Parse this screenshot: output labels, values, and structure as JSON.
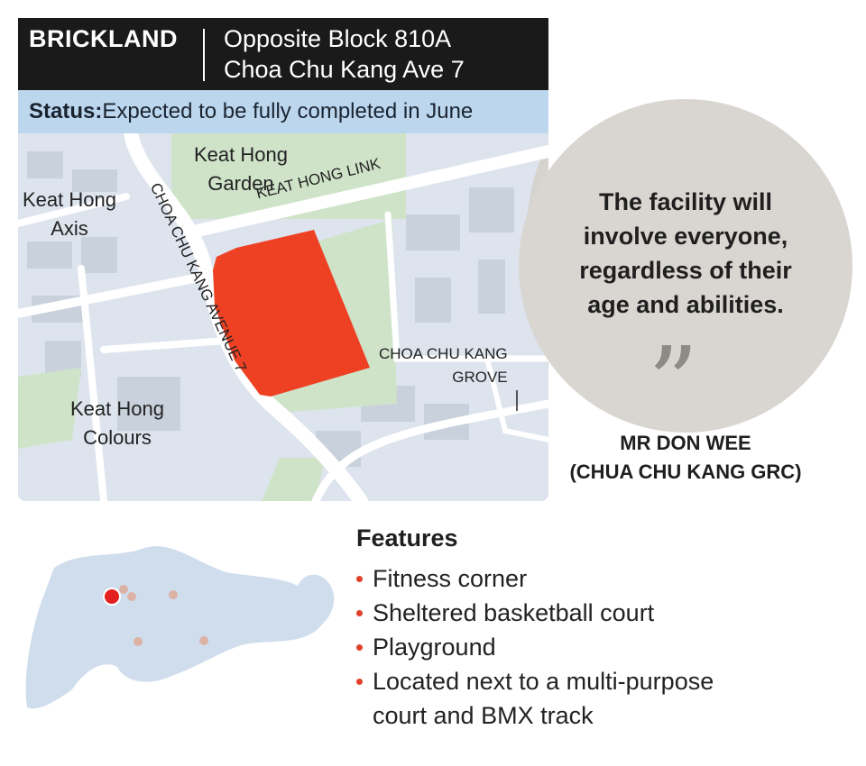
{
  "header": {
    "brand": "BRICKLAND",
    "address_line1": "Opposite Block 810A",
    "address_line2": "Choa Chu Kang Ave 7"
  },
  "status": {
    "label": "Status:",
    "text": " Expected to be fully completed in June"
  },
  "map": {
    "places": [
      {
        "line1": "Keat Hong",
        "line2": "Garden"
      },
      {
        "line1": "Keat Hong",
        "line2": "Axis"
      },
      {
        "line1": "Keat Hong",
        "line2": "Colours"
      }
    ],
    "roads": {
      "link": "KEAT HONG LINK",
      "avenue": "CHOA CHU KANG AVENUE 7",
      "grove1": "CHOA CHU KANG",
      "grove2": "GROVE"
    },
    "colors": {
      "site": "#ee4124",
      "park": "#cfe3c9",
      "land": "#dde4ee",
      "road": "#ffffff"
    }
  },
  "quote": {
    "text": "The facility will involve everyone, regardless of their age and abilities.",
    "mark": "”",
    "speaker1": "MR DON WEE",
    "speaker2": "(CHUA CHU KANG GRC)"
  },
  "features": {
    "title": "Features",
    "items": [
      "Fitness corner",
      "Sheltered basketball court",
      "Playground",
      "Located next to a multi-purpose court and BMX track"
    ]
  }
}
